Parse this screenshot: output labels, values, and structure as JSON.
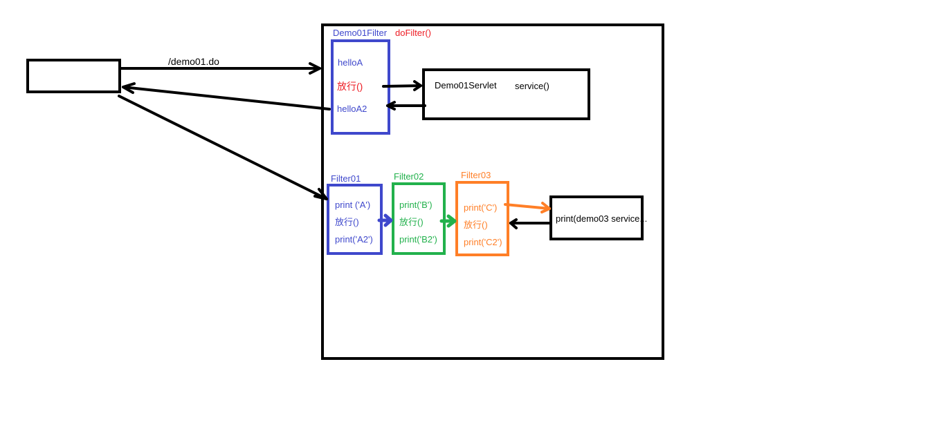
{
  "request_path": "/demo01.do",
  "demo01_filter": {
    "name": "Demo01Filter",
    "method": "doFilter()",
    "before": "helloA",
    "pass": "放行()",
    "after": "helloA2"
  },
  "servlet": {
    "name": "Demo01Servlet",
    "method": "service()"
  },
  "filters": [
    {
      "name": "Filter01",
      "before": "print ('A')",
      "pass": "放行()",
      "after": "print('A2')"
    },
    {
      "name": "Filter02",
      "before": "print('B')",
      "pass": "放行()",
      "after": "print('B2')"
    },
    {
      "name": "Filter03",
      "before": "print('C')",
      "pass": "放行()",
      "after": "print('C2')"
    }
  ],
  "demo03_servlet": {
    "text": "print(demo03 service..."
  },
  "colors": {
    "demo01_filter": "#3f48cc",
    "filter01": "#3f48cc",
    "filter02": "#22b14c",
    "filter03": "#ff7f27",
    "highlight": "#ed1c24"
  }
}
